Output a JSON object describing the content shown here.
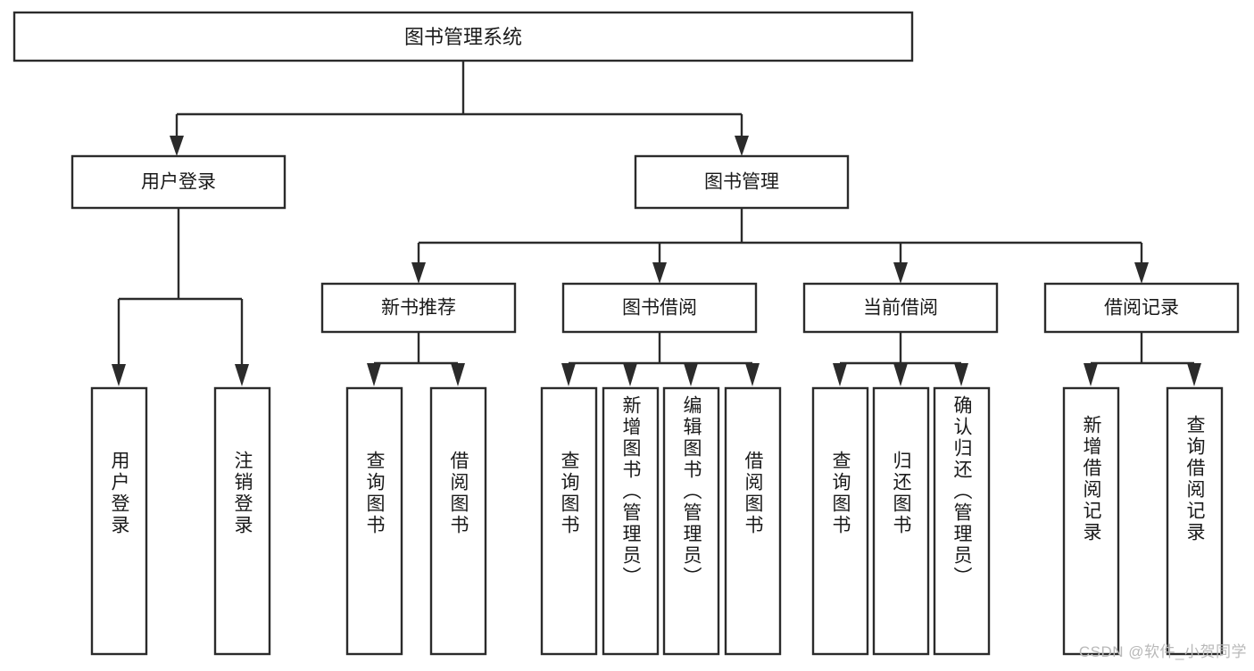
{
  "diagram": {
    "type": "tree-hierarchy",
    "title": "图书管理系统",
    "watermark": "CSDN @软件_小贺同学",
    "colors": {
      "stroke": "#2b2b2b",
      "box_fill": "#ffffff",
      "text": "#1a1a1a",
      "background": "#ffffff",
      "watermark": "#b9b9b9"
    },
    "root": {
      "label": "图书管理系统",
      "level": 0
    },
    "level1": [
      {
        "label": "用户登录"
      },
      {
        "label": "图书管理"
      }
    ],
    "level2": [
      {
        "label": "新书推荐"
      },
      {
        "label": "图书借阅"
      },
      {
        "label": "当前借阅"
      },
      {
        "label": "借阅记录"
      }
    ],
    "leaves": {
      "user_login": [
        {
          "label": "用户登录"
        },
        {
          "label": "注销登录"
        }
      ],
      "new_book_recommend": [
        {
          "label": "查询图书"
        },
        {
          "label": "借阅图书"
        }
      ],
      "book_borrow": [
        {
          "label": "查询图书"
        },
        {
          "label": "新增图书（管理员）"
        },
        {
          "label": "编辑图书（管理员）"
        },
        {
          "label": "借阅图书"
        }
      ],
      "current_borrow": [
        {
          "label": "查询图书"
        },
        {
          "label": "归还图书"
        },
        {
          "label": "确认归还（管理员）"
        }
      ],
      "borrow_records": [
        {
          "label": "新增借阅记录"
        },
        {
          "label": "查询借阅记录"
        }
      ]
    }
  }
}
